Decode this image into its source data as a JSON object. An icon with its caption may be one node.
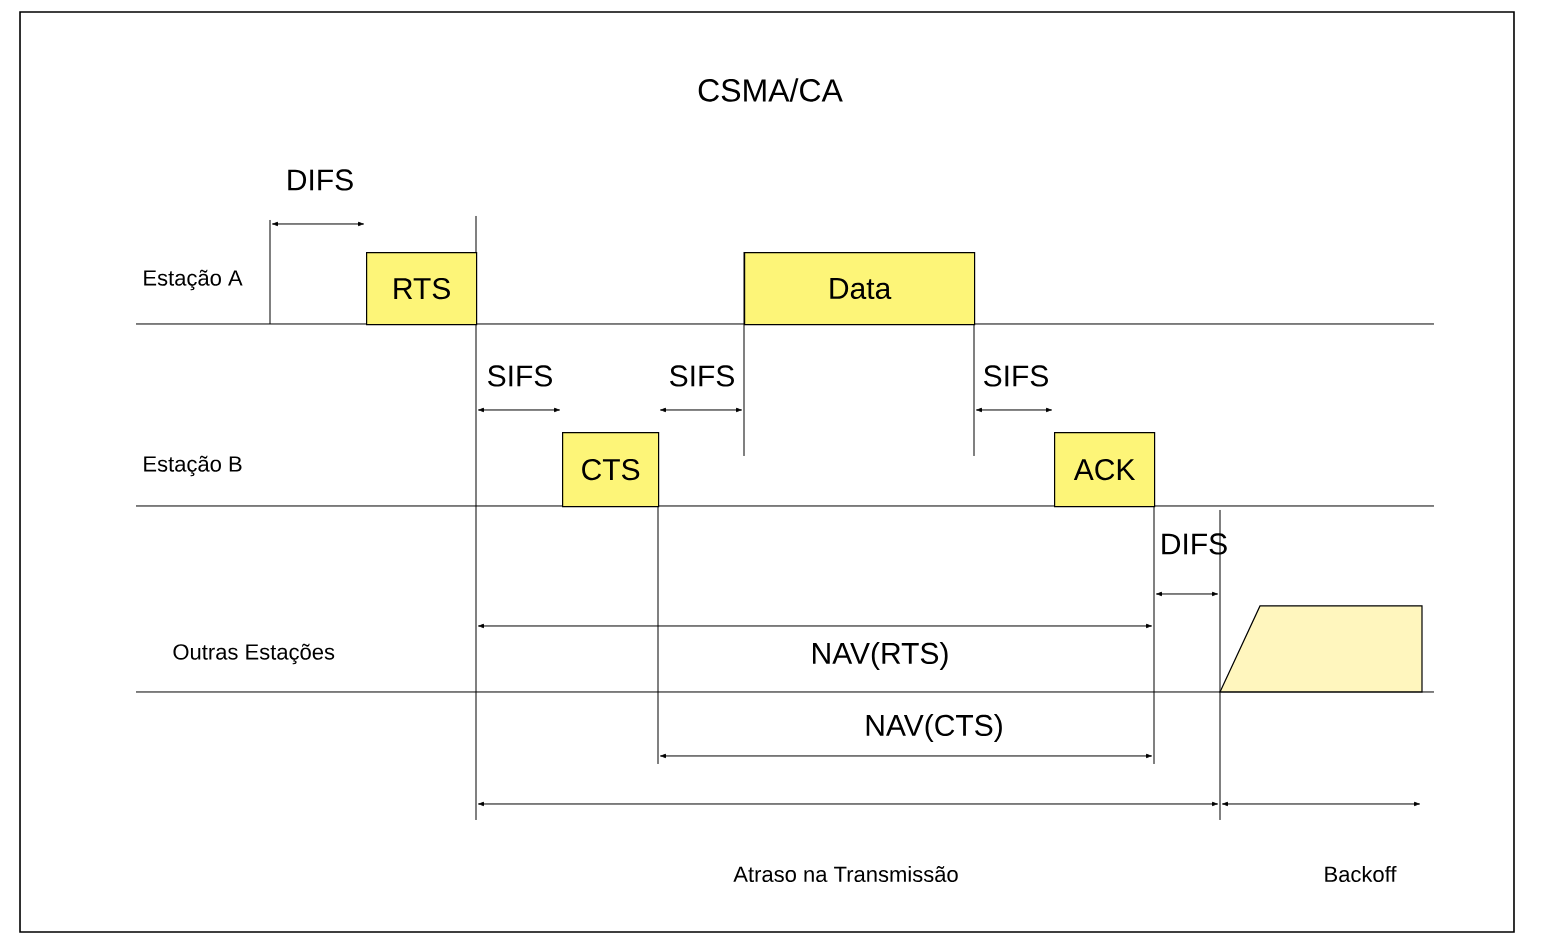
{
  "diagram": {
    "title": "CSMA/CA",
    "nodes": [
      {
        "text": [
          "RTS"
        ]
      },
      {
        "text": [
          "Data"
        ]
      },
      {
        "text": [
          "CTS"
        ]
      },
      {
        "text": [
          "ACK"
        ]
      },
      {
        "text": [],
        "shape": "box"
      }
    ],
    "labels": [
      "DIFS",
      "Estação A",
      "SIFS",
      "SIFS",
      "SIFS",
      "Estação B",
      "DIFS",
      "Outras Estações",
      "NAV(RTS)",
      "NAV(CTS)",
      "Atraso na Transmissão",
      "Backoff"
    ]
  }
}
